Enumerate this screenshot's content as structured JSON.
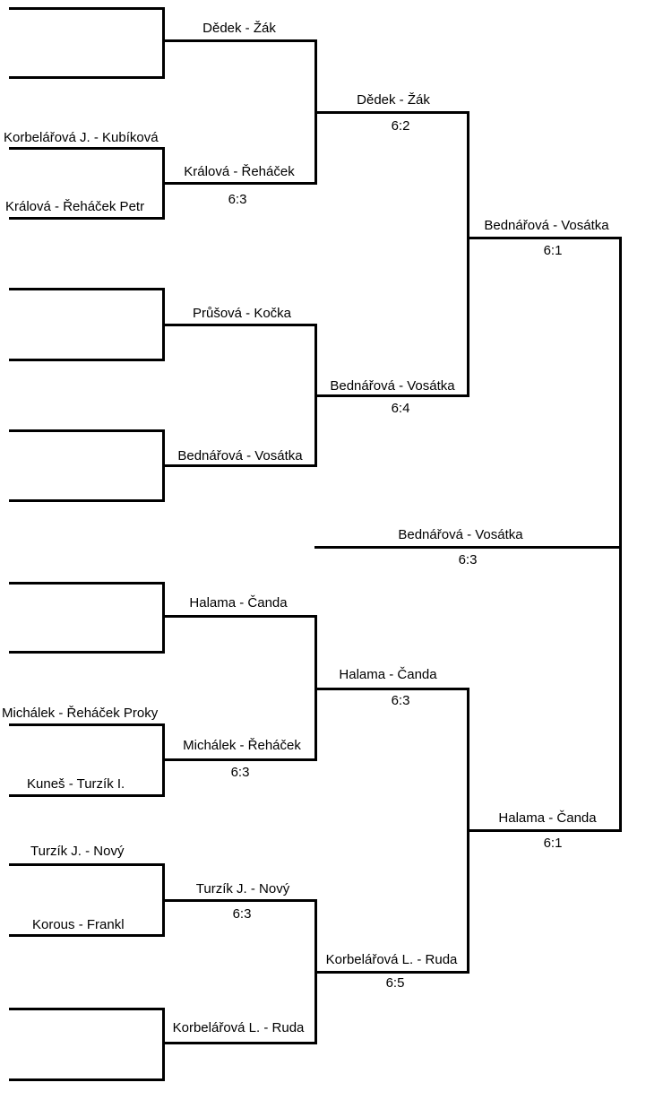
{
  "bracket": {
    "round1": {
      "m2_top": "Korbelářová J. - Kubíková",
      "m2_bottom": "Králová - Řeháček Petr",
      "m6_top": "Michálek - Řeháček Proky",
      "m6_bottom": "Kuneš - Turzík I.",
      "m7_top": "Turzík J. - Nový",
      "m7_bottom": "Korous - Frankl"
    },
    "round2": {
      "m1": "Dědek - Žák",
      "m2": "Králová - Řeháček",
      "m2_score": "6:3",
      "m3": "Průšová - Kočka",
      "m4": "Bednářová - Vosátka",
      "m5": "Halama - Čanda",
      "m6": "Michálek - Řeháček",
      "m6_score": "6:3",
      "m7": "Turzík J. - Nový",
      "m7_score": "6:3",
      "m8": "Korbelářová L. - Ruda"
    },
    "quarterfinals": {
      "q1": "Dědek - Žák",
      "q1_score": "6:2",
      "q2": "Bednářová - Vosátka",
      "q2_score": "6:4",
      "q3": "Halama - Čanda",
      "q3_score": "6:3",
      "q4": "Korbelářová L. - Ruda",
      "q4_score": "6:5"
    },
    "semifinals": {
      "s1": "Bednářová - Vosátka",
      "s1_score": "6:1",
      "s2": "Halama - Čanda",
      "s2_score": "6:1"
    },
    "final": {
      "winner": "Bednářová - Vosátka",
      "score": "6:3"
    }
  }
}
